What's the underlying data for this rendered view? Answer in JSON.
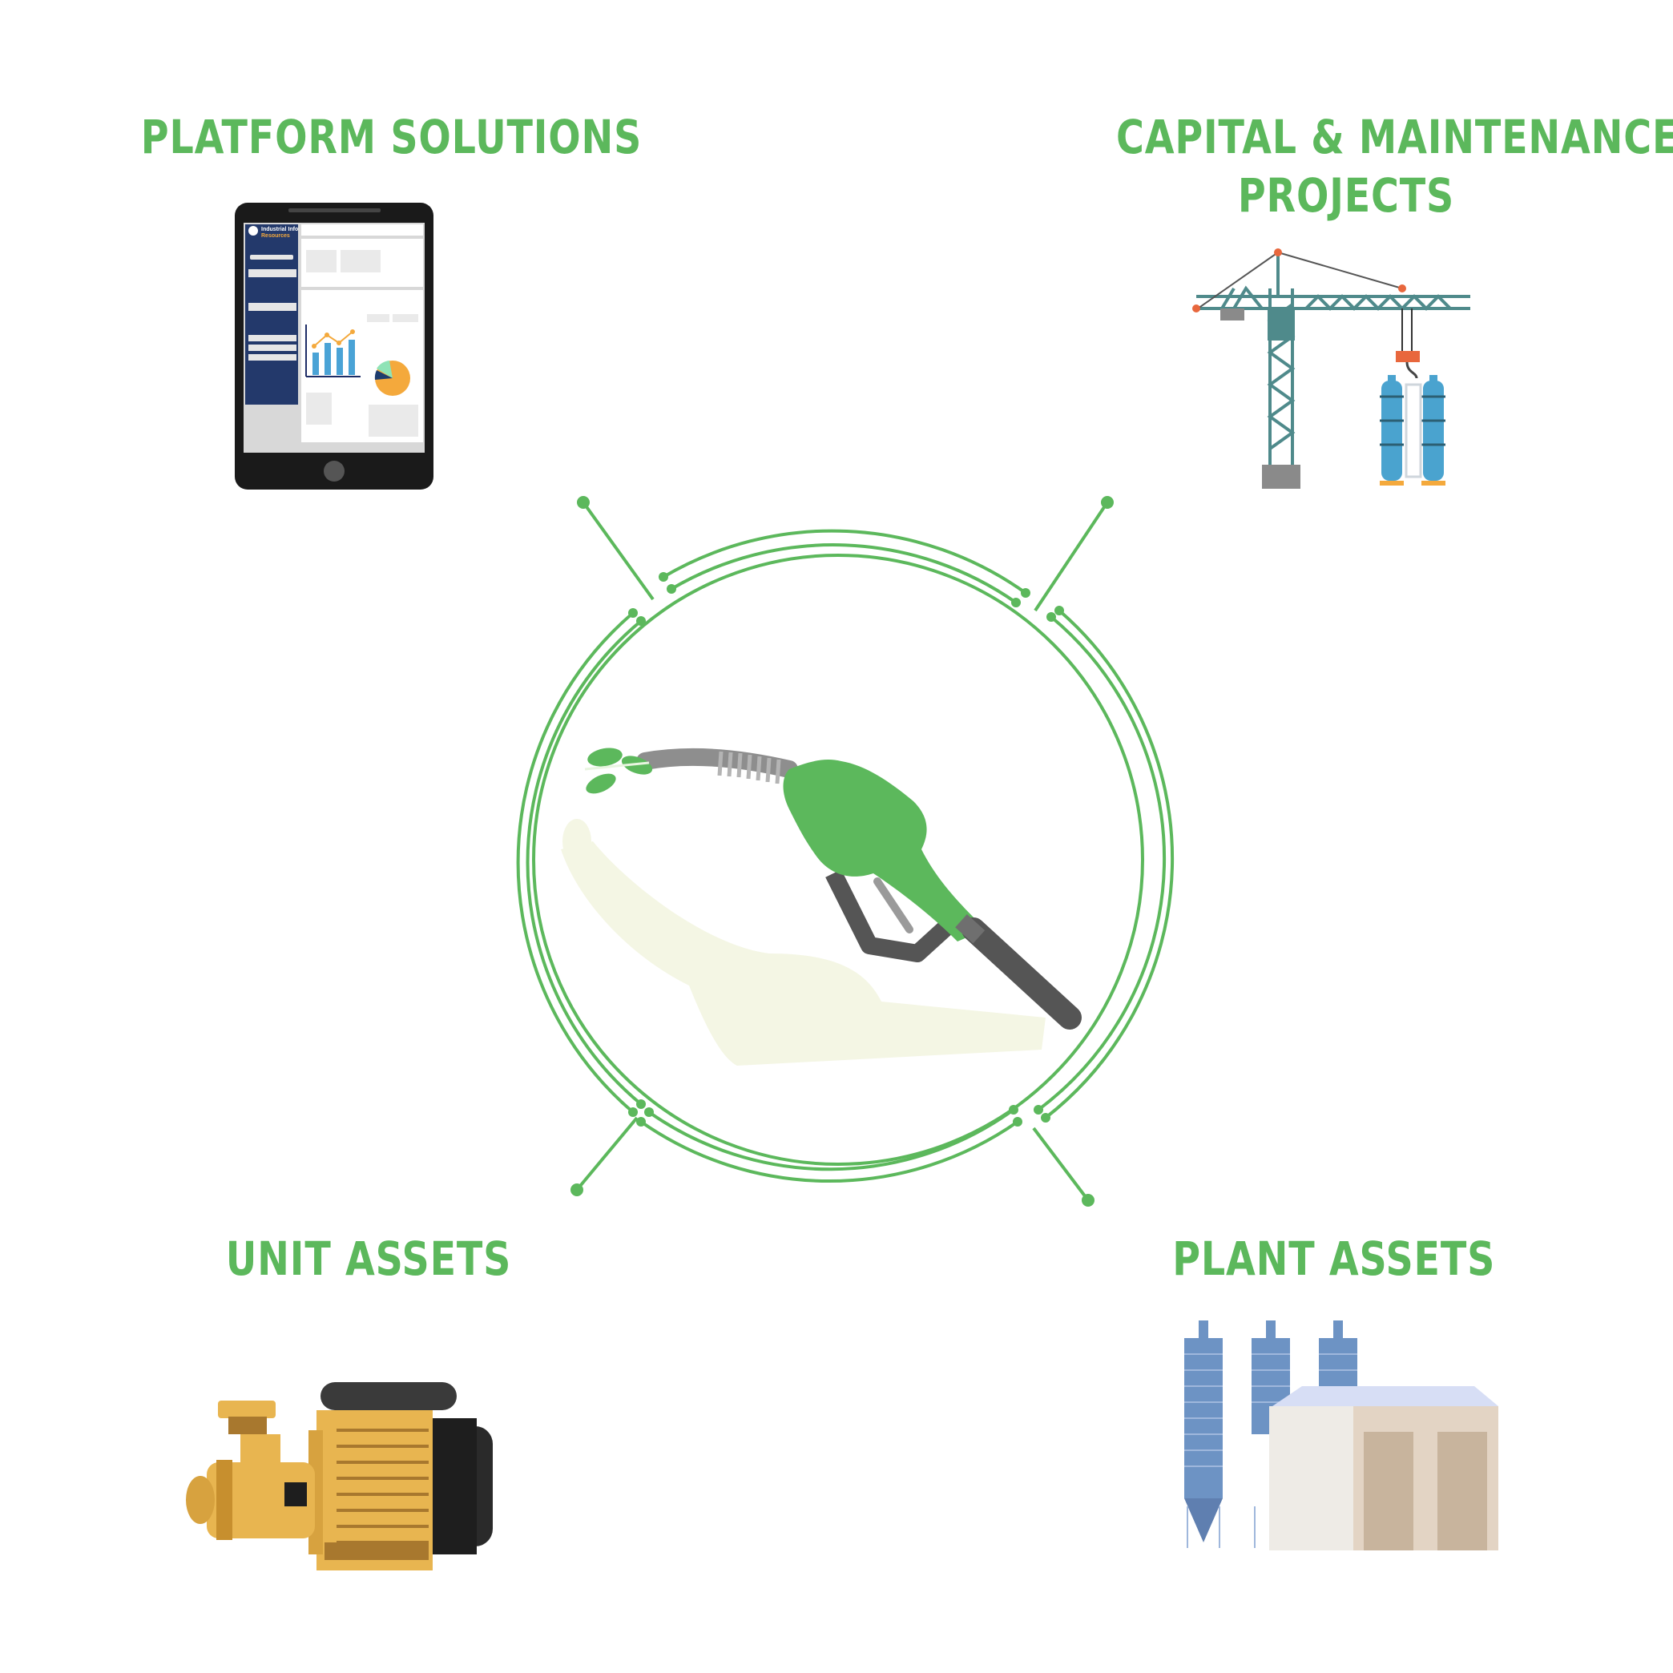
{
  "quadrants": {
    "platform": {
      "title_lines": [
        "PLATFORM SOLUTIONS"
      ]
    },
    "capital": {
      "title_lines": [
        "CAPITAL & MAINTENANCE",
        "PROJECTS"
      ]
    },
    "unit": {
      "title_lines": [
        "UNIT ASSETS"
      ]
    },
    "plant": {
      "title_lines": [
        "PLANT ASSETS"
      ]
    }
  },
  "tablet": {
    "brand_line1": "Industrial Info",
    "brand_line2": "Resources"
  },
  "colors": {
    "accent_green": "#5cb85c",
    "tablet_nav": "#23396b",
    "pump_gold": "#e8b550",
    "silo_blue": "#6d93c4",
    "tank_blue": "#4aa3cf"
  },
  "icons": [
    "tablet-icon",
    "crane-icon",
    "pump-icon",
    "factory-icon",
    "fuel-nozzle-icon",
    "leaf-icon"
  ]
}
